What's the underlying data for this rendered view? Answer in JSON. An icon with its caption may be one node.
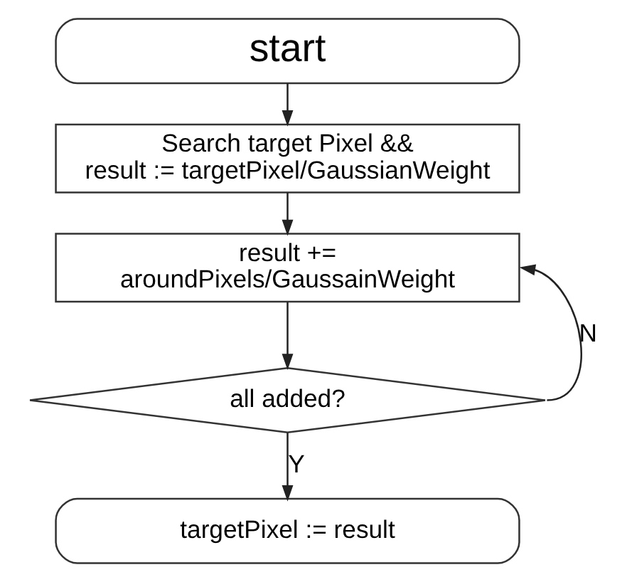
{
  "diagram": {
    "nodes": [
      {
        "text": [
          "start"
        ]
      },
      {
        "text": [
          "Search target Pixel && result := targetPixel/GaussianWeight"
        ]
      },
      {
        "text": [
          "result += aroundPixels/GaussainWeight"
        ]
      },
      {
        "text": [
          "all added?"
        ]
      },
      {
        "text": [
          "targetPixel := result"
        ]
      }
    ],
    "edges": [
      {
        "from": 0,
        "to": 1,
        "arrow": "to"
      },
      {
        "from": 1,
        "to": 2,
        "arrow": "to"
      },
      {
        "from": 2,
        "to": 3,
        "arrow": "to"
      },
      {
        "from": 3,
        "to": 2,
        "arrow": "to",
        "label": "N"
      },
      {
        "from": 3,
        "to": 4,
        "arrow": "to",
        "label": "Y"
      }
    ]
  }
}
